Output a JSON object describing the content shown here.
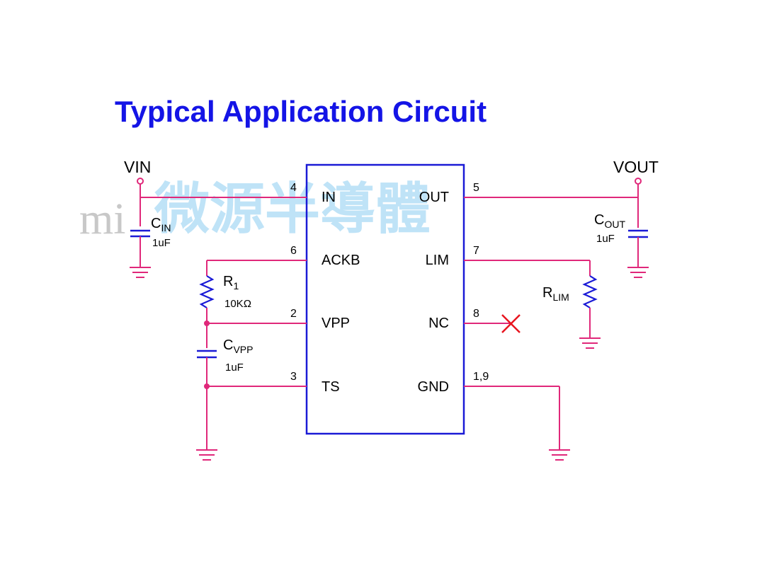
{
  "title": "Typical Application Circuit",
  "watermark": {
    "logo": "mi",
    "text": "微源半導體"
  },
  "nets": {
    "vin": "VIN",
    "vout": "VOUT"
  },
  "ic": {
    "pins_left": [
      {
        "name": "IN",
        "number": "4"
      },
      {
        "name": "ACKB",
        "number": "6"
      },
      {
        "name": "VPP",
        "number": "2"
      },
      {
        "name": "TS",
        "number": "3"
      }
    ],
    "pins_right": [
      {
        "name": "OUT",
        "number": "5"
      },
      {
        "name": "LIM",
        "number": "7"
      },
      {
        "name": "NC",
        "number": "8"
      },
      {
        "name": "GND",
        "number": "1,9"
      }
    ]
  },
  "components": {
    "cin": {
      "ref": "C",
      "sub": "IN",
      "value": "1uF"
    },
    "cout": {
      "ref": "C",
      "sub": "OUT",
      "value": "1uF"
    },
    "r1": {
      "ref": "R",
      "sub": "1",
      "value": "10KΩ"
    },
    "cvpp": {
      "ref": "C",
      "sub": "VPP",
      "value": "1uF"
    },
    "rlim": {
      "ref": "R",
      "sub": "LIM"
    }
  },
  "colors": {
    "title": "#1414e6",
    "wire": "#e0287a",
    "component": "#1a1ad6",
    "nc_mark": "#e8141e",
    "watermark": "#bfe3f7"
  }
}
